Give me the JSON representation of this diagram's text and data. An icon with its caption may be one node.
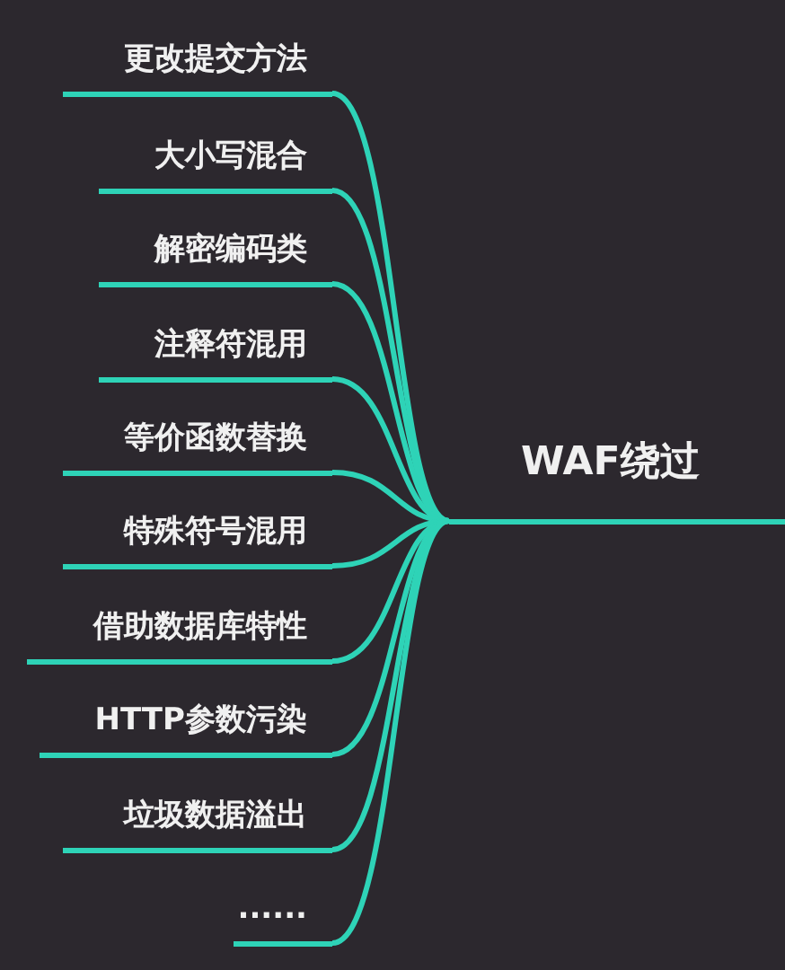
{
  "diagram": {
    "nodes": [
      {
        "text": [
          "WAF绕过"
        ]
      },
      {
        "text": [
          "更改提交方法"
        ]
      },
      {
        "text": [
          "大小写混合"
        ]
      },
      {
        "text": [
          "解密编码类"
        ]
      },
      {
        "text": [
          "注释符混用"
        ]
      },
      {
        "text": [
          "等价函数替换"
        ]
      },
      {
        "text": [
          "特殊符号混用"
        ]
      },
      {
        "text": [
          "借助数据库特性"
        ]
      },
      {
        "text": [
          "HTTP参数污染"
        ]
      },
      {
        "text": [
          "垃圾数据溢出"
        ]
      },
      {
        "text": [
          "......"
        ]
      }
    ],
    "edges": [
      {
        "from": 0,
        "to": 1,
        "arrow": "none"
      },
      {
        "from": 0,
        "to": 2,
        "arrow": "none"
      },
      {
        "from": 0,
        "to": 3,
        "arrow": "none"
      },
      {
        "from": 0,
        "to": 4,
        "arrow": "none"
      },
      {
        "from": 0,
        "to": 5,
        "arrow": "none"
      },
      {
        "from": 0,
        "to": 6,
        "arrow": "none"
      },
      {
        "from": 0,
        "to": 7,
        "arrow": "none"
      },
      {
        "from": 0,
        "to": 8,
        "arrow": "none"
      },
      {
        "from": 0,
        "to": 9,
        "arrow": "none"
      },
      {
        "from": 0,
        "to": 10,
        "arrow": "none"
      }
    ]
  }
}
